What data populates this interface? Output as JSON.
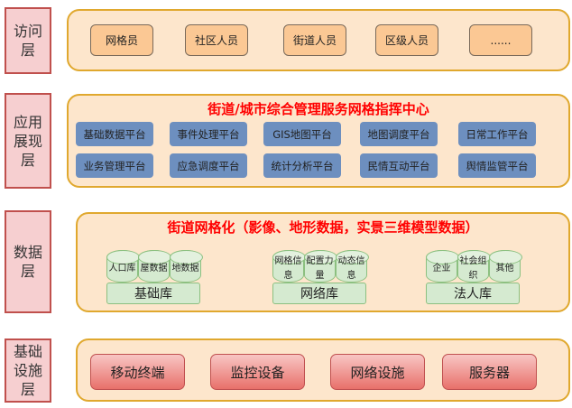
{
  "layers": {
    "access": "访问层",
    "application": "应用展现层",
    "data": "数据层",
    "infrastructure": "基础设施层"
  },
  "access_users": [
    "网格员",
    "社区人员",
    "街道人员",
    "区级人员",
    "......"
  ],
  "application": {
    "title": "街道/城市综合管理服务网格指挥中心",
    "platforms": [
      "基础数据平台",
      "事件处理平台",
      "GIS地图平台",
      "地图调度平台",
      "日常工作平台",
      "业务管理平台",
      "应急调度平台",
      "统计分析平台",
      "民情互动平台",
      "舆情监管平台"
    ]
  },
  "data": {
    "title": "街道网格化（影像、地形数据，实景三维模型数据）",
    "groups": [
      {
        "name": "基础库",
        "items": [
          "人口库",
          "屋数据",
          "地数据"
        ]
      },
      {
        "name": "网络库",
        "items": [
          "网格信息",
          "配置力量",
          "动态信息"
        ]
      },
      {
        "name": "法人库",
        "items": [
          "企业",
          "社会组织",
          "其他"
        ]
      }
    ]
  },
  "infrastructure": [
    "移动终端",
    "监控设备",
    "网络设施",
    "服务器"
  ]
}
